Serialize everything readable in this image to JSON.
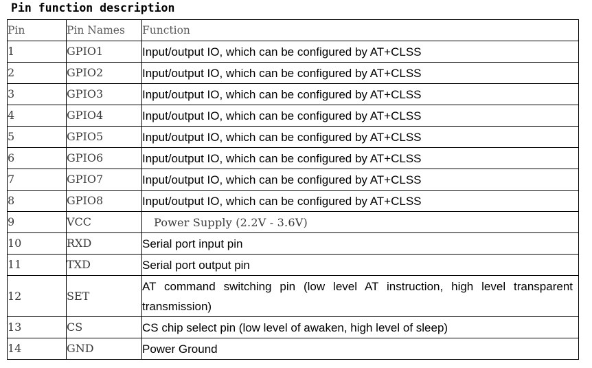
{
  "document": {
    "title": "Pin function description"
  },
  "table": {
    "name": "pin-function-table",
    "columns": [
      {
        "key": "pin",
        "label": "Pin"
      },
      {
        "key": "names",
        "label": "Pin Names"
      },
      {
        "key": "func",
        "label": "Function"
      }
    ],
    "rows": [
      {
        "pin": "1",
        "names": "GPIO1",
        "func": "Input/output IO, which can be configured by AT+CLSS",
        "style": "sans",
        "tall": false
      },
      {
        "pin": "2",
        "names": "GPIO2",
        "func": "Input/output IO, which can be configured by AT+CLSS",
        "style": "sans",
        "tall": false
      },
      {
        "pin": "3",
        "names": "GPIO3",
        "func": "Input/output IO, which can be configured by AT+CLSS",
        "style": "sans",
        "tall": false
      },
      {
        "pin": "4",
        "names": "GPIO4",
        "func": "Input/output IO, which can be configured by AT+CLSS",
        "style": "sans",
        "tall": false
      },
      {
        "pin": "5",
        "names": "GPIO5",
        "func": "Input/output IO, which can be configured by AT+CLSS",
        "style": "sans",
        "tall": false
      },
      {
        "pin": "6",
        "names": "GPIO6",
        "func": "Input/output IO, which can be configured by AT+CLSS",
        "style": "sans",
        "tall": false
      },
      {
        "pin": "7",
        "names": "GPIO7",
        "func": "Input/output IO, which can be configured by AT+CLSS",
        "style": "sans",
        "tall": false
      },
      {
        "pin": "8",
        "names": "GPIO8",
        "func": "Input/output IO, which can be configured by AT+CLSS",
        "style": "sans",
        "tall": false
      },
      {
        "pin": "9",
        "names": "VCC",
        "func": "Power Supply (2.2V - 3.6V)",
        "style": "mono",
        "tall": false
      },
      {
        "pin": "10",
        "names": "RXD",
        "func": "Serial port input pin",
        "style": "sans",
        "tall": false
      },
      {
        "pin": "11",
        "names": "TXD",
        "func": "Serial port output pin",
        "style": "sans",
        "tall": false
      },
      {
        "pin": "12",
        "names": "SET",
        "func": "AT command switching pin (low level AT instruction, high level transparent transmission)",
        "style": "justify",
        "tall": true
      },
      {
        "pin": "13",
        "names": "CS",
        "func": "CS chip select pin (low level of awaken, high level of sleep)",
        "style": "sans",
        "tall": false
      },
      {
        "pin": "14",
        "names": "GND",
        "func": "Power Ground",
        "style": "sans",
        "tall": false
      }
    ]
  },
  "colors": {
    "border": "#000000",
    "background": "#ffffff",
    "body_text": "#000000",
    "muted_text": "#3a3a3a",
    "header_text": "#5a5a5a"
  }
}
